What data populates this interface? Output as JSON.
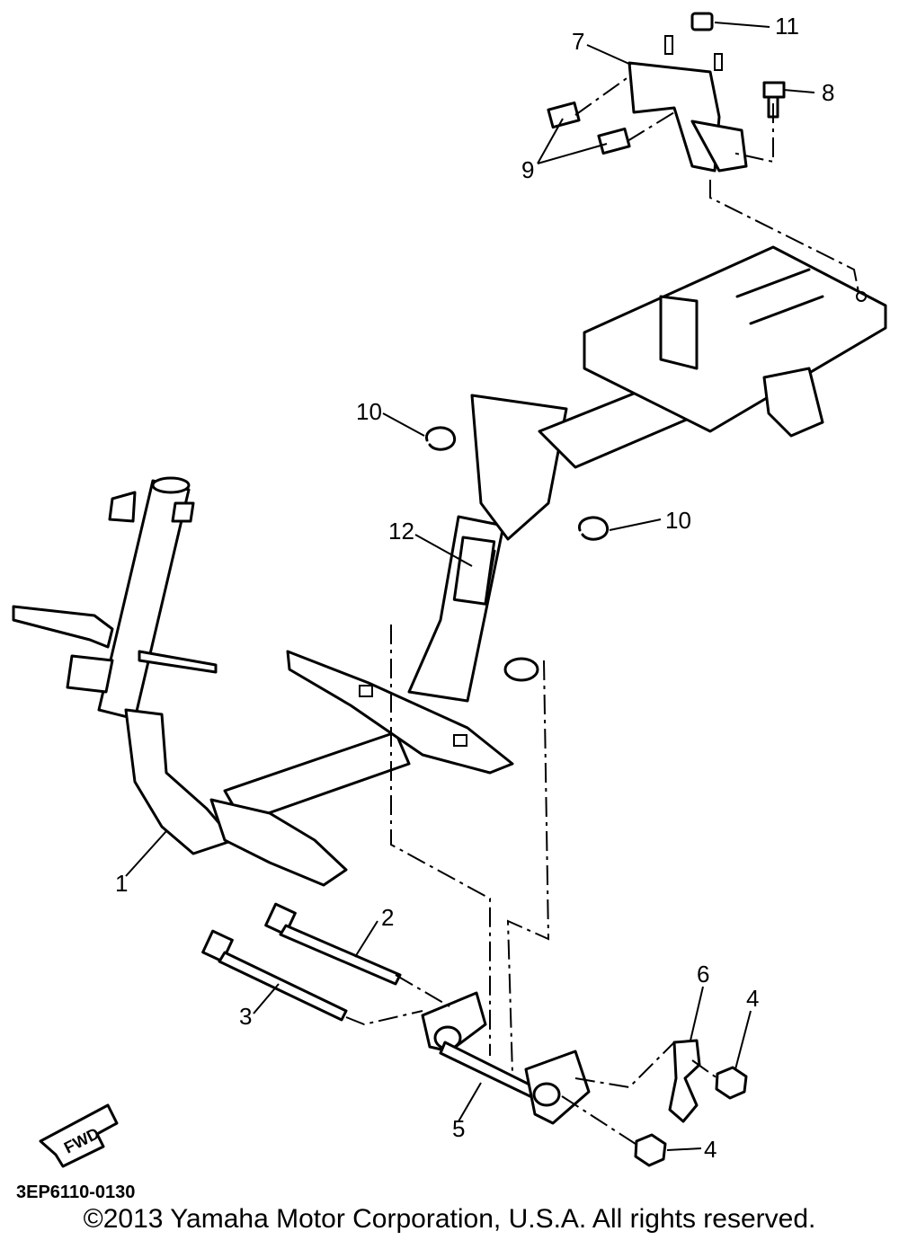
{
  "callouts": {
    "c1": "1",
    "c2": "2",
    "c3": "3",
    "c4a": "4",
    "c4b": "4",
    "c5": "5",
    "c6": "6",
    "c7": "7",
    "c8": "8",
    "c9": "9",
    "c10a": "10",
    "c10b": "10",
    "c11": "11",
    "c12": "12"
  },
  "fwd_label": "FWD",
  "diagram_code": "3EP6110-0130",
  "copyright": "©2013 Yamaha Motor Corporation, U.S.A. All rights reserved."
}
